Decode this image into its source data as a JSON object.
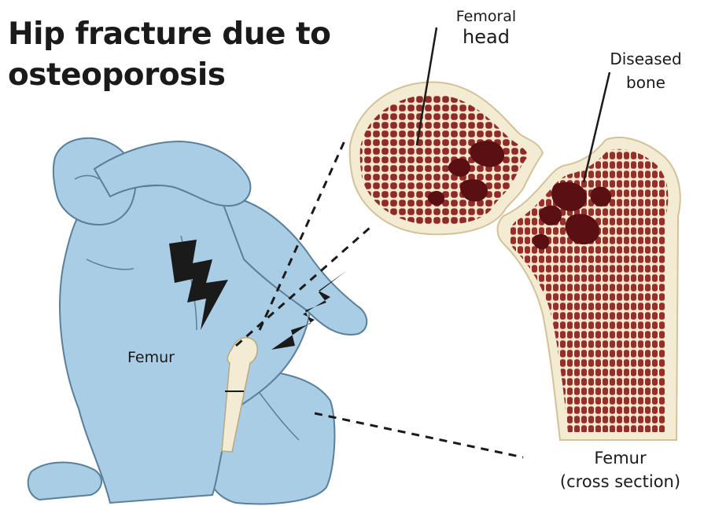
{
  "title": {
    "line1": "Hip fracture due to",
    "line2": "osteoporosis"
  },
  "labels": {
    "femoral_head": {
      "line1": "Femoral",
      "line2": "head"
    },
    "diseased_bone": {
      "line1": "Diseased",
      "line2": "bone"
    },
    "femur": "Femur",
    "femur_cross_section": {
      "line1": "Femur",
      "line2": "(cross section)"
    }
  },
  "colors": {
    "body_fill": "#a9cde4",
    "body_outline": "#5a7f9a",
    "bone_cortex": "#f4ecd2",
    "marrow": "#8e2a2a",
    "disease_patch": "#5a0f12",
    "lightning": "#1a1a1a"
  }
}
